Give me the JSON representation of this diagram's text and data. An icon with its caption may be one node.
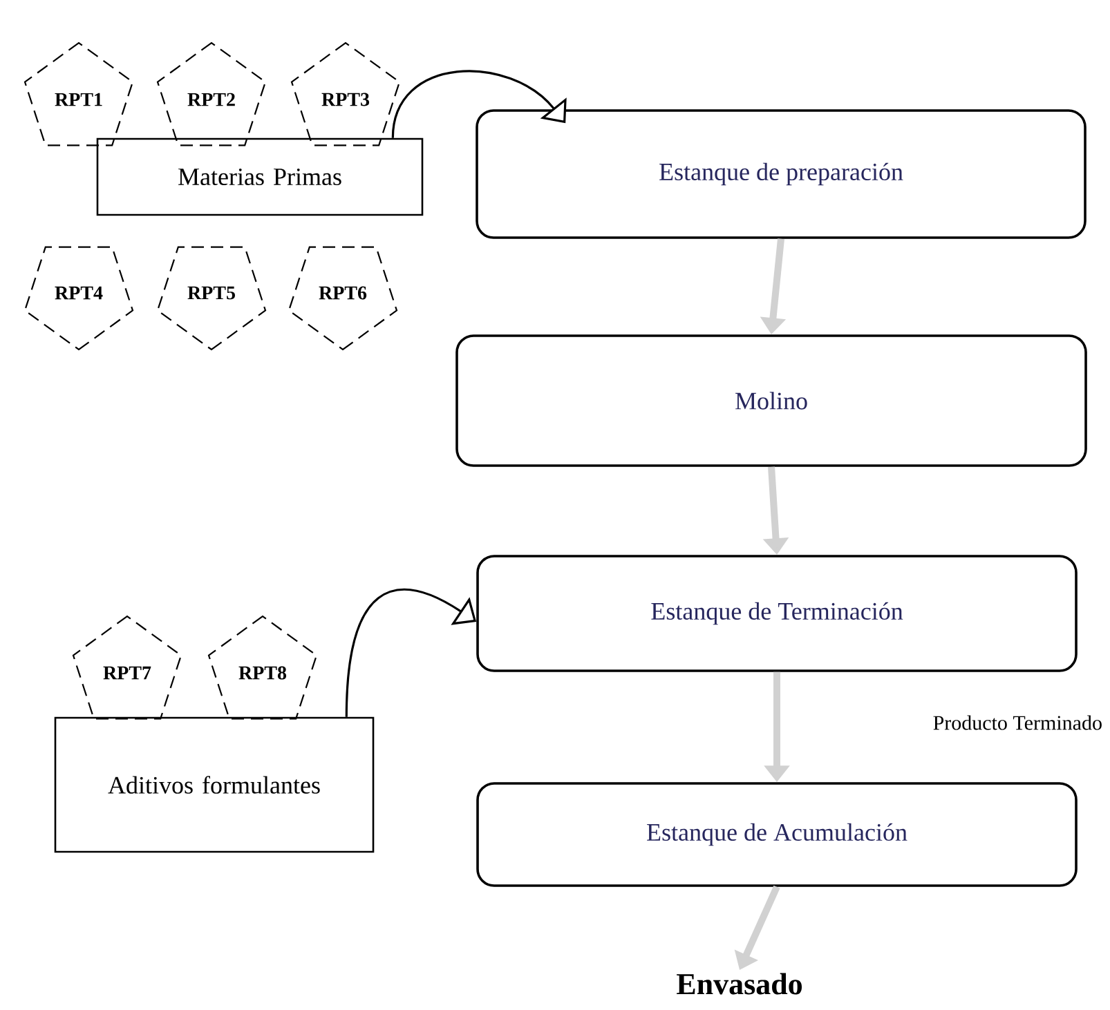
{
  "diagram": {
    "nodes": [
      {
        "text": [
          "RPT1"
        ]
      },
      {
        "text": [
          "RPT2"
        ]
      },
      {
        "text": [
          "RPT3"
        ]
      },
      {
        "text": [
          "Materias Primas"
        ]
      },
      {
        "text": [
          "Estanque de preparación"
        ]
      },
      {
        "text": [
          "RPT4"
        ]
      },
      {
        "text": [
          "RPT5"
        ]
      },
      {
        "text": [
          "RPT6"
        ]
      },
      {
        "text": [
          "Molino"
        ]
      },
      {
        "text": [
          "Estanque de Terminación"
        ]
      },
      {
        "text": [
          "RPT7"
        ]
      },
      {
        "text": [
          "RPT8"
        ]
      },
      {
        "text": [
          "Aditivos formulantes"
        ]
      },
      {
        "text": [
          "Estanque de Acumulación"
        ]
      },
      {
        "text": [
          "Envasado"
        ]
      }
    ],
    "edges": [
      {
        "from": 3,
        "to": 4,
        "arrow": "to",
        "color": "#000000"
      },
      {
        "from": 4,
        "to": 8,
        "arrow": "to"
      },
      {
        "from": 8,
        "to": 9,
        "arrow": "to"
      },
      {
        "from": 12,
        "to": 9,
        "arrow": "to",
        "color": "#000000"
      },
      {
        "from": 9,
        "to": 13,
        "arrow": "to"
      },
      {
        "from": 13,
        "to": 14,
        "arrow": "to"
      }
    ],
    "labels": [
      "Producto Terminado"
    ]
  }
}
